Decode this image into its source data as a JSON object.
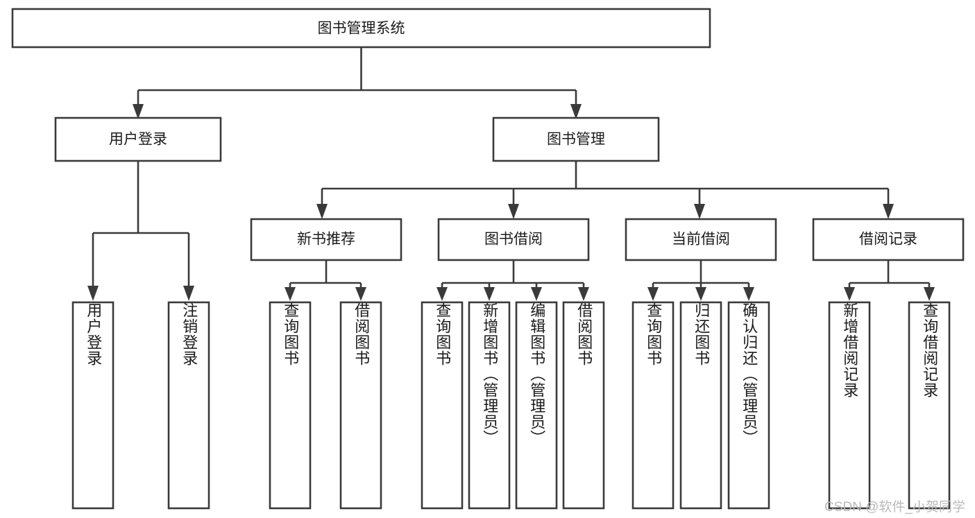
{
  "diagram": {
    "title": "图书管理系统",
    "type": "hierarchy-tree",
    "watermark": "CSDN @软件_小贺同学",
    "colors": {
      "box_stroke": "#3a3a3a",
      "box_fill": "#ffffff",
      "text": "#1a1a1a",
      "background": "#ffffff",
      "watermark": "#b9b9b9"
    },
    "root": {
      "label": "图书管理系统"
    },
    "level2": [
      {
        "label": "用户登录"
      },
      {
        "label": "图书管理"
      }
    ],
    "level3": [
      {
        "label": "新书推荐"
      },
      {
        "label": "图书借阅"
      },
      {
        "label": "当前借阅"
      },
      {
        "label": "借阅记录"
      }
    ],
    "leaves": {
      "user_login": [
        {
          "label": "用户登录"
        },
        {
          "label": "注销登录"
        }
      ],
      "new_book_recommend": [
        {
          "label": "查询图书"
        },
        {
          "label": "借阅图书"
        }
      ],
      "book_borrow": [
        {
          "label": "查询图书"
        },
        {
          "label": "新增图书（管理员）"
        },
        {
          "label": "编辑图书（管理员）"
        },
        {
          "label": "借阅图书"
        }
      ],
      "current_borrow": [
        {
          "label": "查询图书"
        },
        {
          "label": "归还图书"
        },
        {
          "label": "确认归还（管理员）"
        }
      ],
      "borrow_record": [
        {
          "label": "新增借阅记录"
        },
        {
          "label": "查询借阅记录"
        }
      ]
    }
  }
}
